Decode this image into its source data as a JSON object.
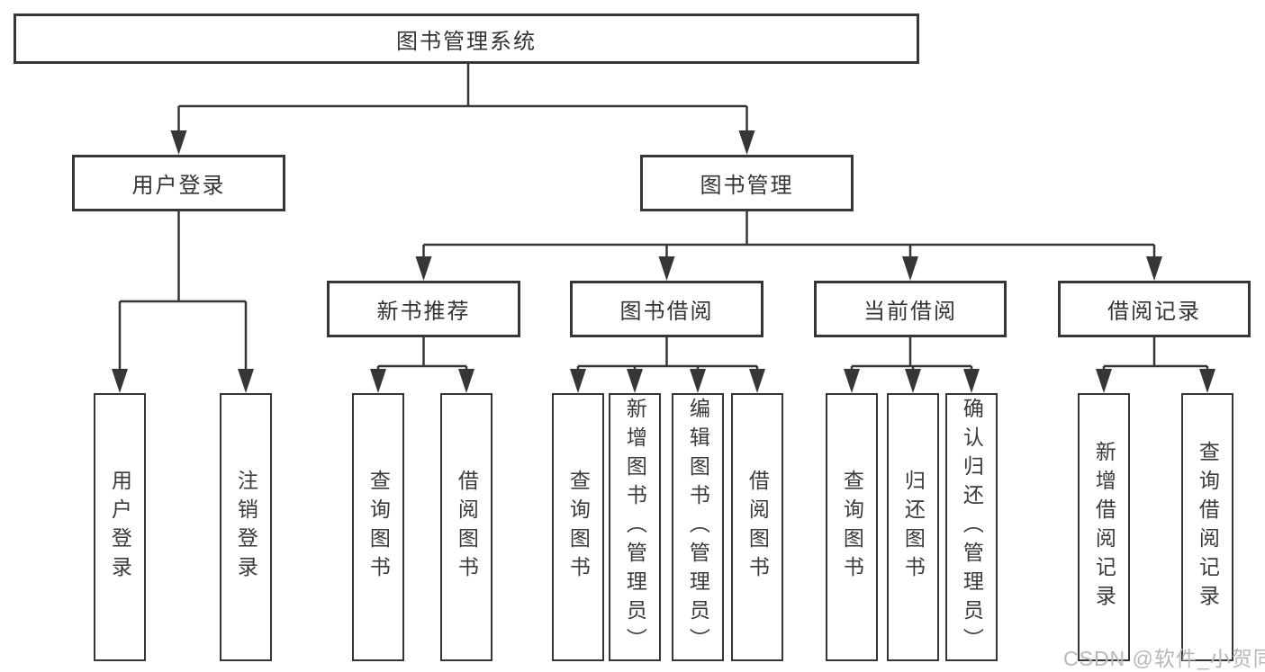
{
  "diagram": {
    "type": "hierarchy-tree",
    "watermark": "CSDN @软件_小贺同学",
    "colors": {
      "line": "#363636",
      "box_fill": "#ffffff",
      "text": "#3a3a3a",
      "watermark": "#b5b9be"
    },
    "tree": {
      "root": "图书管理系统",
      "children": [
        {
          "label": "用户登录",
          "leaves": [
            "用户登录",
            "注销登录"
          ]
        },
        {
          "label": "图书管理",
          "children": [
            {
              "label": "新书推荐",
              "leaves": [
                "查询图书",
                "借阅图书"
              ]
            },
            {
              "label": "图书借阅",
              "leaves": [
                "查询图书",
                "新增图书（管理员）",
                "编辑图书（管理员）",
                "借阅图书"
              ]
            },
            {
              "label": "当前借阅",
              "leaves": [
                "查询图书",
                "归还图书",
                "确认归还（管理员）"
              ]
            },
            {
              "label": "借阅记录",
              "leaves": [
                "新增借阅记录",
                "查询借阅记录"
              ]
            }
          ]
        }
      ]
    }
  }
}
